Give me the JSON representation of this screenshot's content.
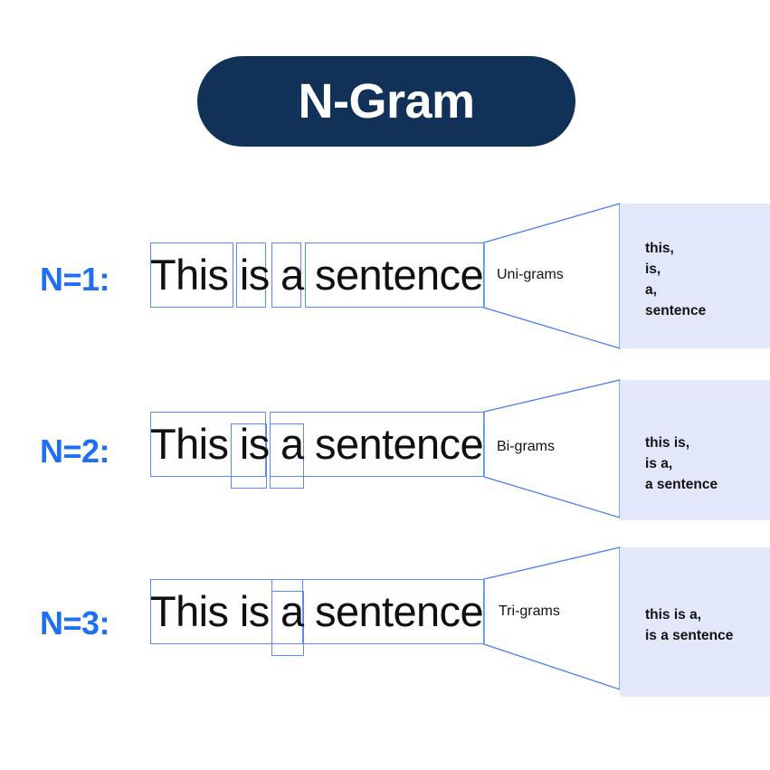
{
  "title": {
    "text": "N-Gram",
    "pill_color": "#123158",
    "text_color": "#ffffff"
  },
  "colors": {
    "accent_blue": "#1E6FF1",
    "outline_blue": "#5A8BF0",
    "panel_bg": "#E2E7FA",
    "text_dark": "#101010",
    "background": "#ffffff"
  },
  "rows": [
    {
      "n_label": "N=1:",
      "sentence": "This is a sentence",
      "funnel_label": "Uni-grams",
      "results": "this,\nis,\na,\nsentence"
    },
    {
      "n_label": "N=2:",
      "sentence": "This is a sentence",
      "funnel_label": "Bi-grams",
      "results": "this is,\nis a,\na sentence"
    },
    {
      "n_label": "N=3:",
      "sentence": "This is a sentence",
      "funnel_label": "Tri-grams",
      "results": "this is a,\nis a sentence"
    }
  ]
}
